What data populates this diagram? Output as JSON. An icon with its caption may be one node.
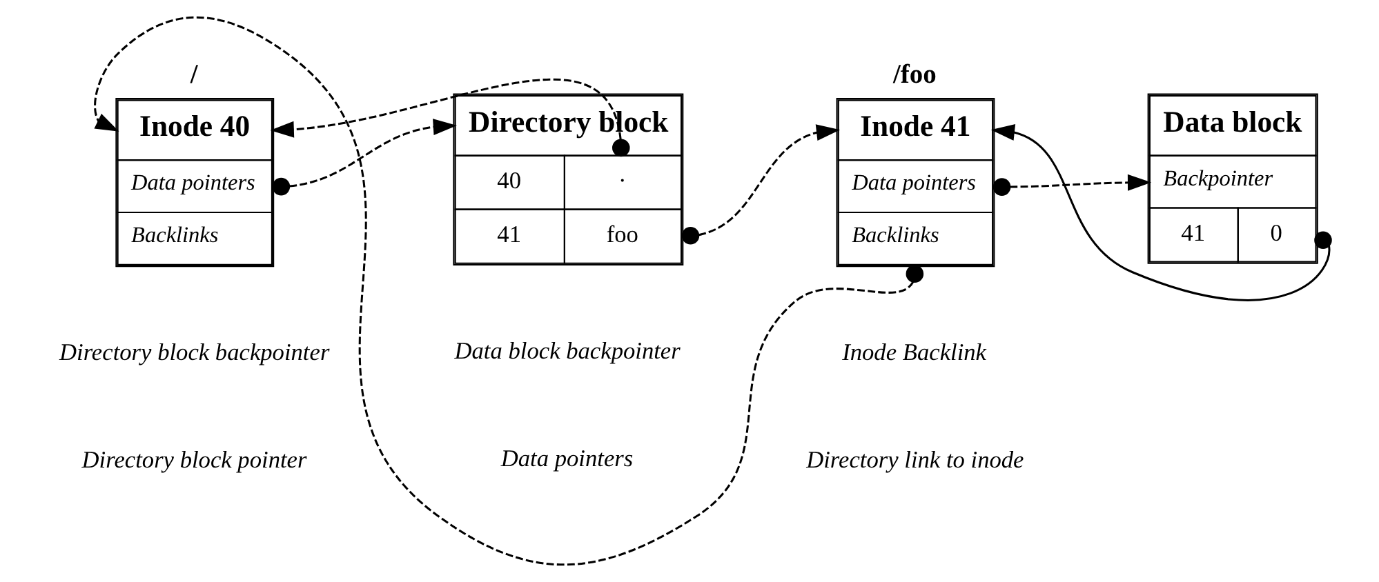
{
  "diagram": {
    "nodes": [
      {
        "text": [
          "Inode 40",
          "Data pointers",
          "Backlinks"
        ],
        "beside": [
          "/"
        ]
      },
      {
        "text": [
          "Directory block",
          "40",
          "·",
          "41",
          "foo"
        ]
      },
      {
        "text": [
          "Inode 41",
          "Data pointers",
          "Backlinks"
        ],
        "beside": [
          "/foo"
        ]
      },
      {
        "text": [
          "Data block",
          "Backpointer",
          "41",
          "0"
        ]
      }
    ],
    "edges": [
      {
        "from": 0,
        "to": 1,
        "arrow": "to",
        "style": "dashed"
      },
      {
        "from": 1,
        "to": 0,
        "arrow": "to",
        "style": "dashed"
      },
      {
        "from": 1,
        "to": 2,
        "arrow": "to",
        "style": "dashed"
      },
      {
        "from": 2,
        "to": 3,
        "arrow": "to",
        "style": "dashed"
      },
      {
        "from": 3,
        "to": 2,
        "arrow": "to"
      },
      {
        "from": 2,
        "to": 0,
        "arrow": "to",
        "style": "dashed"
      }
    ],
    "legend": [
      {
        "text": "Directory block backpointer"
      },
      {
        "text": "Data block backpointer"
      },
      {
        "text": "Inode Backlink"
      },
      {
        "text": "Directory block pointer"
      },
      {
        "text": "Data pointers"
      },
      {
        "text": "Directory link to inode"
      }
    ]
  }
}
